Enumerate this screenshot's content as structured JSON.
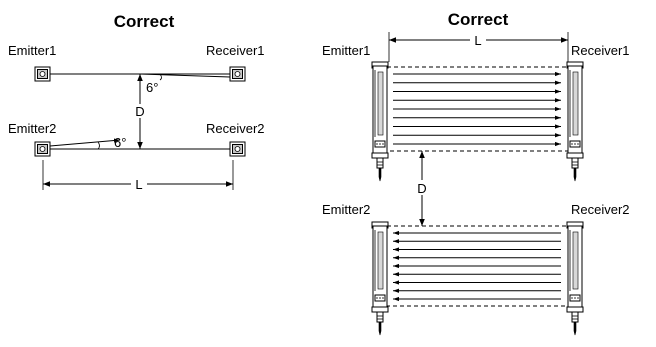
{
  "left_panel": {
    "title": "Correct",
    "emitter1": "Emitter1",
    "receiver1": "Receiver1",
    "emitter2": "Emitter2",
    "receiver2": "Receiver2",
    "angle_top": "6°",
    "angle_bottom": "6°",
    "dim_d": "D",
    "dim_l": "L"
  },
  "right_panel": {
    "title": "Correct",
    "emitter1": "Emitter1",
    "receiver1": "Receiver1",
    "emitter2": "Emitter2",
    "receiver2": "Receiver2",
    "dim_d": "D",
    "dim_l": "L",
    "top_beam_count": 9,
    "bottom_beam_count": 9
  }
}
